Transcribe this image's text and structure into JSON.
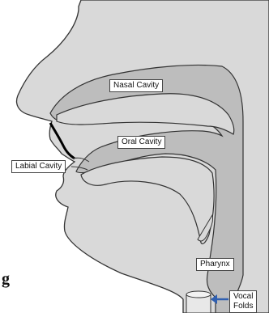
{
  "labels": {
    "nasal_cavity": "Nasal Cavity",
    "oral_cavity": "Oral Cavity",
    "labial_cavity": "Labial Cavity",
    "pharynx": "Pharynx",
    "vocal_folds_line1": "Vocal",
    "vocal_folds_line2": "Folds"
  },
  "stray_glyph": "g",
  "colors": {
    "background": "#ffffff",
    "head": "#d9d9d9",
    "tract": "#bdbdbd",
    "outline": "#333333",
    "lips": "#000000",
    "arrow": "#2f5fb0"
  }
}
